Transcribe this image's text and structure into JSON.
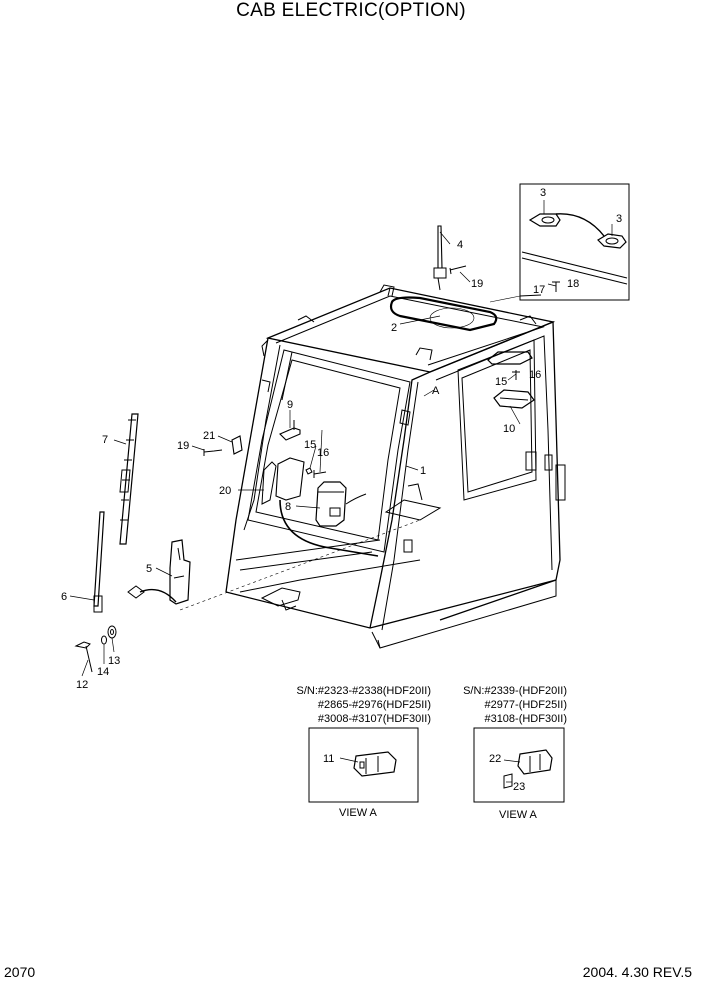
{
  "title": "CAB ELECTRIC(OPTION)",
  "page_number": "2070",
  "revision": "2004. 4.30 REV.5",
  "parts": {
    "p1": "1",
    "p2": "2",
    "p3a": "3",
    "p3b": "3",
    "p4": "4",
    "p5": "5",
    "p6": "6",
    "p7": "7",
    "p8": "8",
    "p9": "9",
    "p10": "10",
    "p11": "11",
    "p12": "12",
    "p13": "13",
    "p14": "14",
    "p15a": "15",
    "p15b": "15",
    "p16a": "16",
    "p16b": "16",
    "p17": "17",
    "p18": "18",
    "p19a": "19",
    "p19b": "19",
    "p20": "20",
    "p21": "21",
    "p22": "22",
    "p23": "23",
    "viewA_marker": "A"
  },
  "serials_left": [
    "S/N:#2323-#2338(HDF20II)",
    "#2865-#2976(HDF25II)",
    "#3008-#3107(HDF30II)"
  ],
  "serials_right": [
    "S/N:#2339-(HDF20II)",
    "#2977-(HDF25II)",
    "#3108-(HDF30II)"
  ],
  "view_left": "VIEW A",
  "view_right": "VIEW A"
}
